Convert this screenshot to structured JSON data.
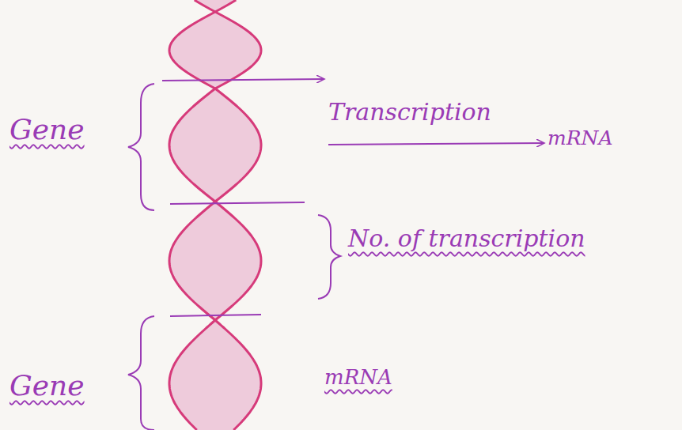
{
  "diagram": {
    "labels": [
      "Gene",
      "Transcription",
      "mRNA",
      "No. of transcription",
      "Gene",
      "mRNA"
    ]
  }
}
